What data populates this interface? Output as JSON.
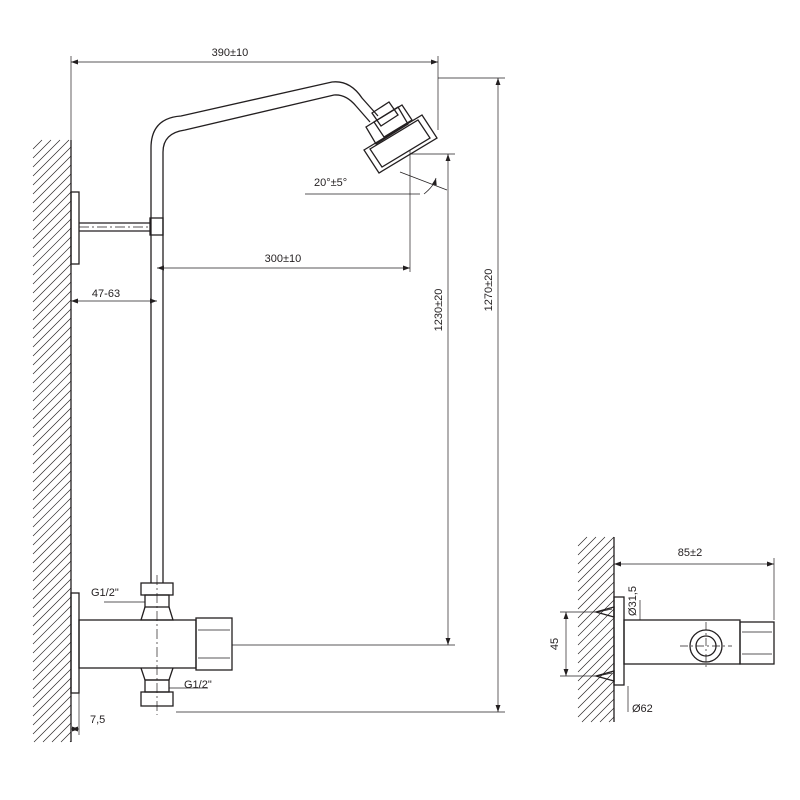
{
  "ink_color": "#231f20",
  "background_color": "#ffffff",
  "main_view": {
    "total_width": "390±10",
    "head_angle": "20°±5°",
    "arm_reach": "300±10",
    "wall_offset": "47-63",
    "outlet_height": "1230±20",
    "total_height": "1270±20",
    "thread_top": "G1/2\"",
    "thread_bottom": "G1/2\"",
    "flange_thickness": "7,5"
  },
  "side_view": {
    "depth": "85±2",
    "rose_height": "45",
    "tube_diameter": "Ø31,5",
    "rose_diameter": "Ø62"
  }
}
